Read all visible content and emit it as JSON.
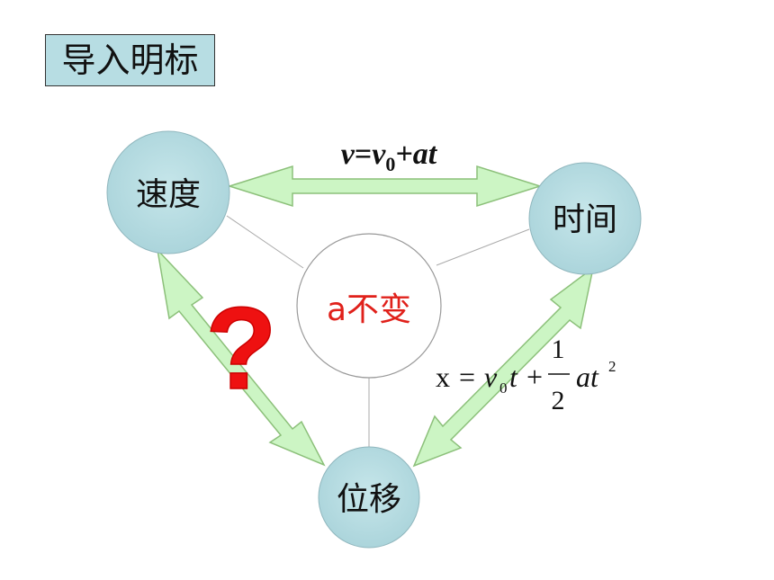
{
  "title": "导入明标",
  "nodes": {
    "velocity": "速度",
    "time": "时间",
    "displacement": "位移",
    "center": "a不变"
  },
  "formulas": {
    "velocity_time": {
      "v": "v",
      "eq": "=",
      "v0": "v",
      "sub0": "0",
      "plus_at": "+at"
    },
    "displacement_time": {
      "x": "x",
      "eq": "=",
      "v": "v",
      "sub0": "0",
      "t": "t",
      "plus": "+",
      "num": "1",
      "den": "2",
      "at": "at",
      "exp": "2"
    }
  },
  "question_mark": "?",
  "colors": {
    "node_fill": "#b7dde3",
    "arrow_fill": "#ccf5c4",
    "arrow_stroke": "#8cc07a",
    "center_text": "#e0211b",
    "question": "#ee1111"
  }
}
